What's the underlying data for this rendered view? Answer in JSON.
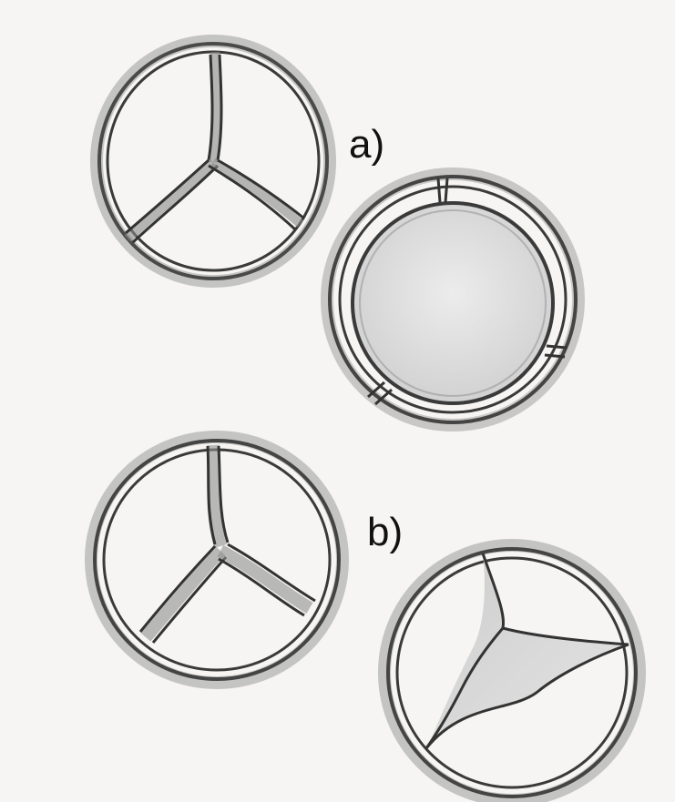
{
  "labels": {
    "a": "a)",
    "b": "b)"
  },
  "figure": {
    "panels": [
      {
        "label": "a)",
        "valves": [
          "tricuspid-valve-closed",
          "tricuspid-valve-open"
        ]
      },
      {
        "label": "b)",
        "valves": [
          "tricuspid-valve-fused",
          "tricuspid-valve-stenotic"
        ]
      }
    ],
    "colors": {
      "paper": "#f6f5f3",
      "ink": "#3a3a3a",
      "graphite": "#8a8a8a",
      "shade": "#d8d8d8"
    }
  }
}
